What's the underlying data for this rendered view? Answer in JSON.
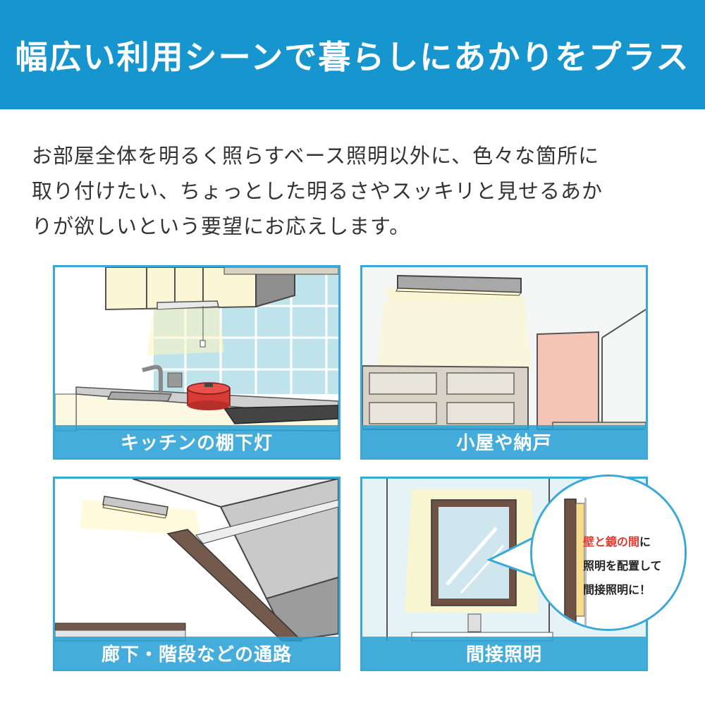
{
  "header": {
    "title": "幅広い利用シーンで暮らしにあかりをプラス"
  },
  "intro": {
    "lines": [
      "お部屋全体を明るく照らすベース照明以外に、色々な箇所に",
      "取り付けたい、ちょっとした明るさやスッキリと見せるあか",
      "りが欲しいという要望にお応えします。"
    ]
  },
  "panels": [
    {
      "caption": "キッチンの棚下灯"
    },
    {
      "caption": "小屋や納戸"
    },
    {
      "caption": "廊下・階段などの通路"
    },
    {
      "caption": "間接照明"
    }
  ],
  "callout": {
    "line1_highlight": "壁と鏡の間",
    "line1_rest": "に",
    "line2": "照明を配置して",
    "line3": "間接照明に！"
  },
  "colors": {
    "brand": "#1795cf",
    "border": "#3aa9d8",
    "highlight": "#e2382e"
  }
}
